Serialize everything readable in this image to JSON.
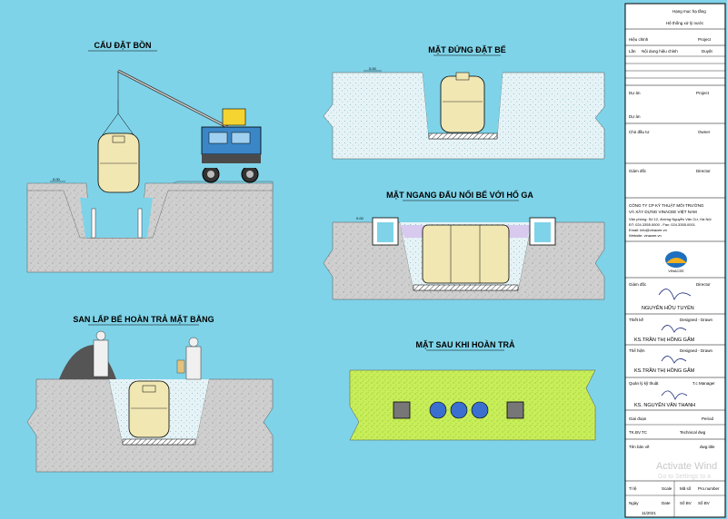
{
  "panels": {
    "crane_title": "CẨU ĐẶT BỒN",
    "elevation_title": "MẶT ĐỨNG ĐẶT BỂ",
    "connection_title": "MẶT NGANG ĐẤU NỐI BỂ VỚI HỐ GA",
    "backfill_title": "SAN LẤP BỂ HOÀN TRẢ MẶT BẰNG",
    "after_title": "MẶT SAU KHI HOÀN TRẢ",
    "level_mark": "0.00"
  },
  "title_block": {
    "row1_a": "Hạng mục hạ tầng",
    "row1_b": "Hệ thống xử lý nước",
    "rev_header": "Hiệu chỉnh",
    "project_label": "Project",
    "rev_col1": "Lần",
    "rev_col2": "Nội dung hiệu chỉnh",
    "rev_col3": "Duyệt",
    "du_an": "Dự án",
    "project": "Project",
    "du_an_val": "Dự án",
    "owner_vi": "Chủ đầu tư",
    "owner": "Owner",
    "director_vi": "Giám đốc",
    "director": "Director",
    "company_1": "CÔNG TY CP KỸ THUẬT MÔI TRƯỜNG",
    "company_2": "VÀ XÂY DỰNG VINACEE VIỆT NAM",
    "company_addr_1": "Văn phòng: Số 12, đường Nguyễn Văn Cừ, Hà Nội",
    "company_addr_2": "ĐT: 024.3355.0000 - Fax: 024.3355.0001",
    "company_addr_3": "Email: info@vinacee.vn",
    "company_addr_4": "Website: vinacee.vn",
    "logo_text": "VINACEE",
    "director2_vi": "Giám đốc",
    "director2": "Director",
    "director_name": "NGUYỄN HỮU TUYÊN",
    "designed_vi": "Thiết kế",
    "designed": "Designed - Drawn",
    "designer_name": "KS.TRẦN THỊ HỒNG GẤM",
    "drawn_vi": "Thể hiện",
    "drawn": "Designed - Drawn",
    "drawer_name": "KS.TRẦN THỊ HỒNG GẤM",
    "manager_vi": "Quản lý kỹ thuật",
    "manager": "T.c Manager",
    "manager_name": "KS. NGUYỄN VĂN THANH",
    "phase_vi": "Giai đoạn",
    "period": "Period",
    "phase_val": "TK.BV.TC",
    "tech_dwg": "Technical dwg",
    "dwg_title_vi": "Tên bản vẽ",
    "dwg_title": "dwg.title",
    "scale_vi": "Tỉ lệ",
    "scale": "Scale",
    "proj_no_vi": "Mã số",
    "proj_no": "Pro.number",
    "date_vi": "Ngày",
    "date": "Date",
    "sheet_vi": "Số BV",
    "sheet": "Số BV",
    "date_val": "11/2021"
  },
  "watermark": {
    "line1": "Activate Wind",
    "line2": "Go to Settings to a"
  }
}
